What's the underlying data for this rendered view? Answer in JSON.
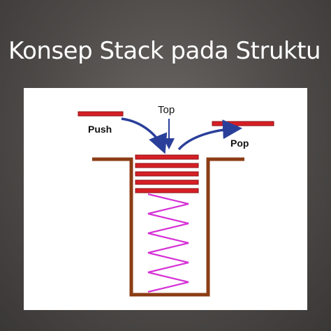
{
  "slide": {
    "title": "Konsep Stack pada Struktu"
  },
  "diagram": {
    "labels": {
      "push": "Push",
      "top": "Top",
      "pop": "Pop"
    },
    "stack_item_count": 5,
    "colors": {
      "item": "#d71f26",
      "container": "#8b3c14",
      "spring": "#d632d6",
      "arrow": "#2a3f9a"
    }
  }
}
